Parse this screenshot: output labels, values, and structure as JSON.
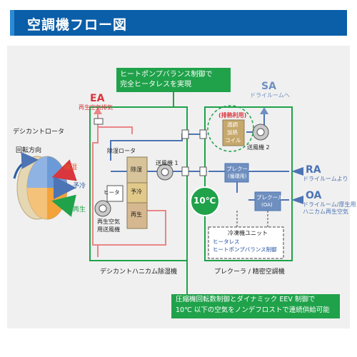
{
  "header": {
    "title": "空調機フロー図"
  },
  "callout_top": {
    "line1": "ヒートポンプバランス制御で",
    "line2": "完全ヒータレスを実現"
  },
  "callout_bottom": {
    "line1": "圧縮機回転数制御とダイナミック EEV 制御で",
    "line2": "10℃ 以下の空気をノンデフロストで連続供給可能"
  },
  "rotor": {
    "label": "デシカントロータ",
    "direction": "回転方向",
    "dehumid": "除湿",
    "precool": "予冷",
    "regen": "再生"
  },
  "ea": {
    "title": "EA",
    "sub": "再生空気排気"
  },
  "sa": {
    "title": "SA",
    "sub": "ドライルームへ"
  },
  "ra": {
    "title": "RA",
    "sub": "ドライルームより"
  },
  "oa": {
    "title": "OA",
    "sub1": "ドライルーム/厚生用",
    "sub2": "ハニカム再生空気"
  },
  "exhaust_heat": {
    "badge": "(排熱利用)",
    "coil1": "温調",
    "coil2": "加熱",
    "coil3": "コイル"
  },
  "fans": {
    "fan1": "送風機 1",
    "fan2": "送風機 2",
    "regen_fan1": "再生空気",
    "regen_fan2": "用送風機"
  },
  "rotor_unit": {
    "title": "除湿ロータ",
    "dehumid": "除湿",
    "heater": "ヒータ",
    "precool": "予冷",
    "regen": "再生"
  },
  "precool_rec": {
    "name": "プレクール",
    "sub": "(循環用)"
  },
  "precool_oa": {
    "name": "プレクール",
    "sub": "(OA)"
  },
  "temp_badge": "10℃",
  "chiller": {
    "title": "冷凍機ユニット",
    "line1": "ヒータレス",
    "line2": "ヒートポンプバランス制御"
  },
  "captions": {
    "left": "デシカントハニカム除湿機",
    "right": "プレクーラ / 精密空調機"
  },
  "colors": {
    "accent_blue": "#0b5ea8",
    "green": "#1fa24a",
    "red": "#d9363e",
    "air_blue": "#6f8fbf"
  }
}
